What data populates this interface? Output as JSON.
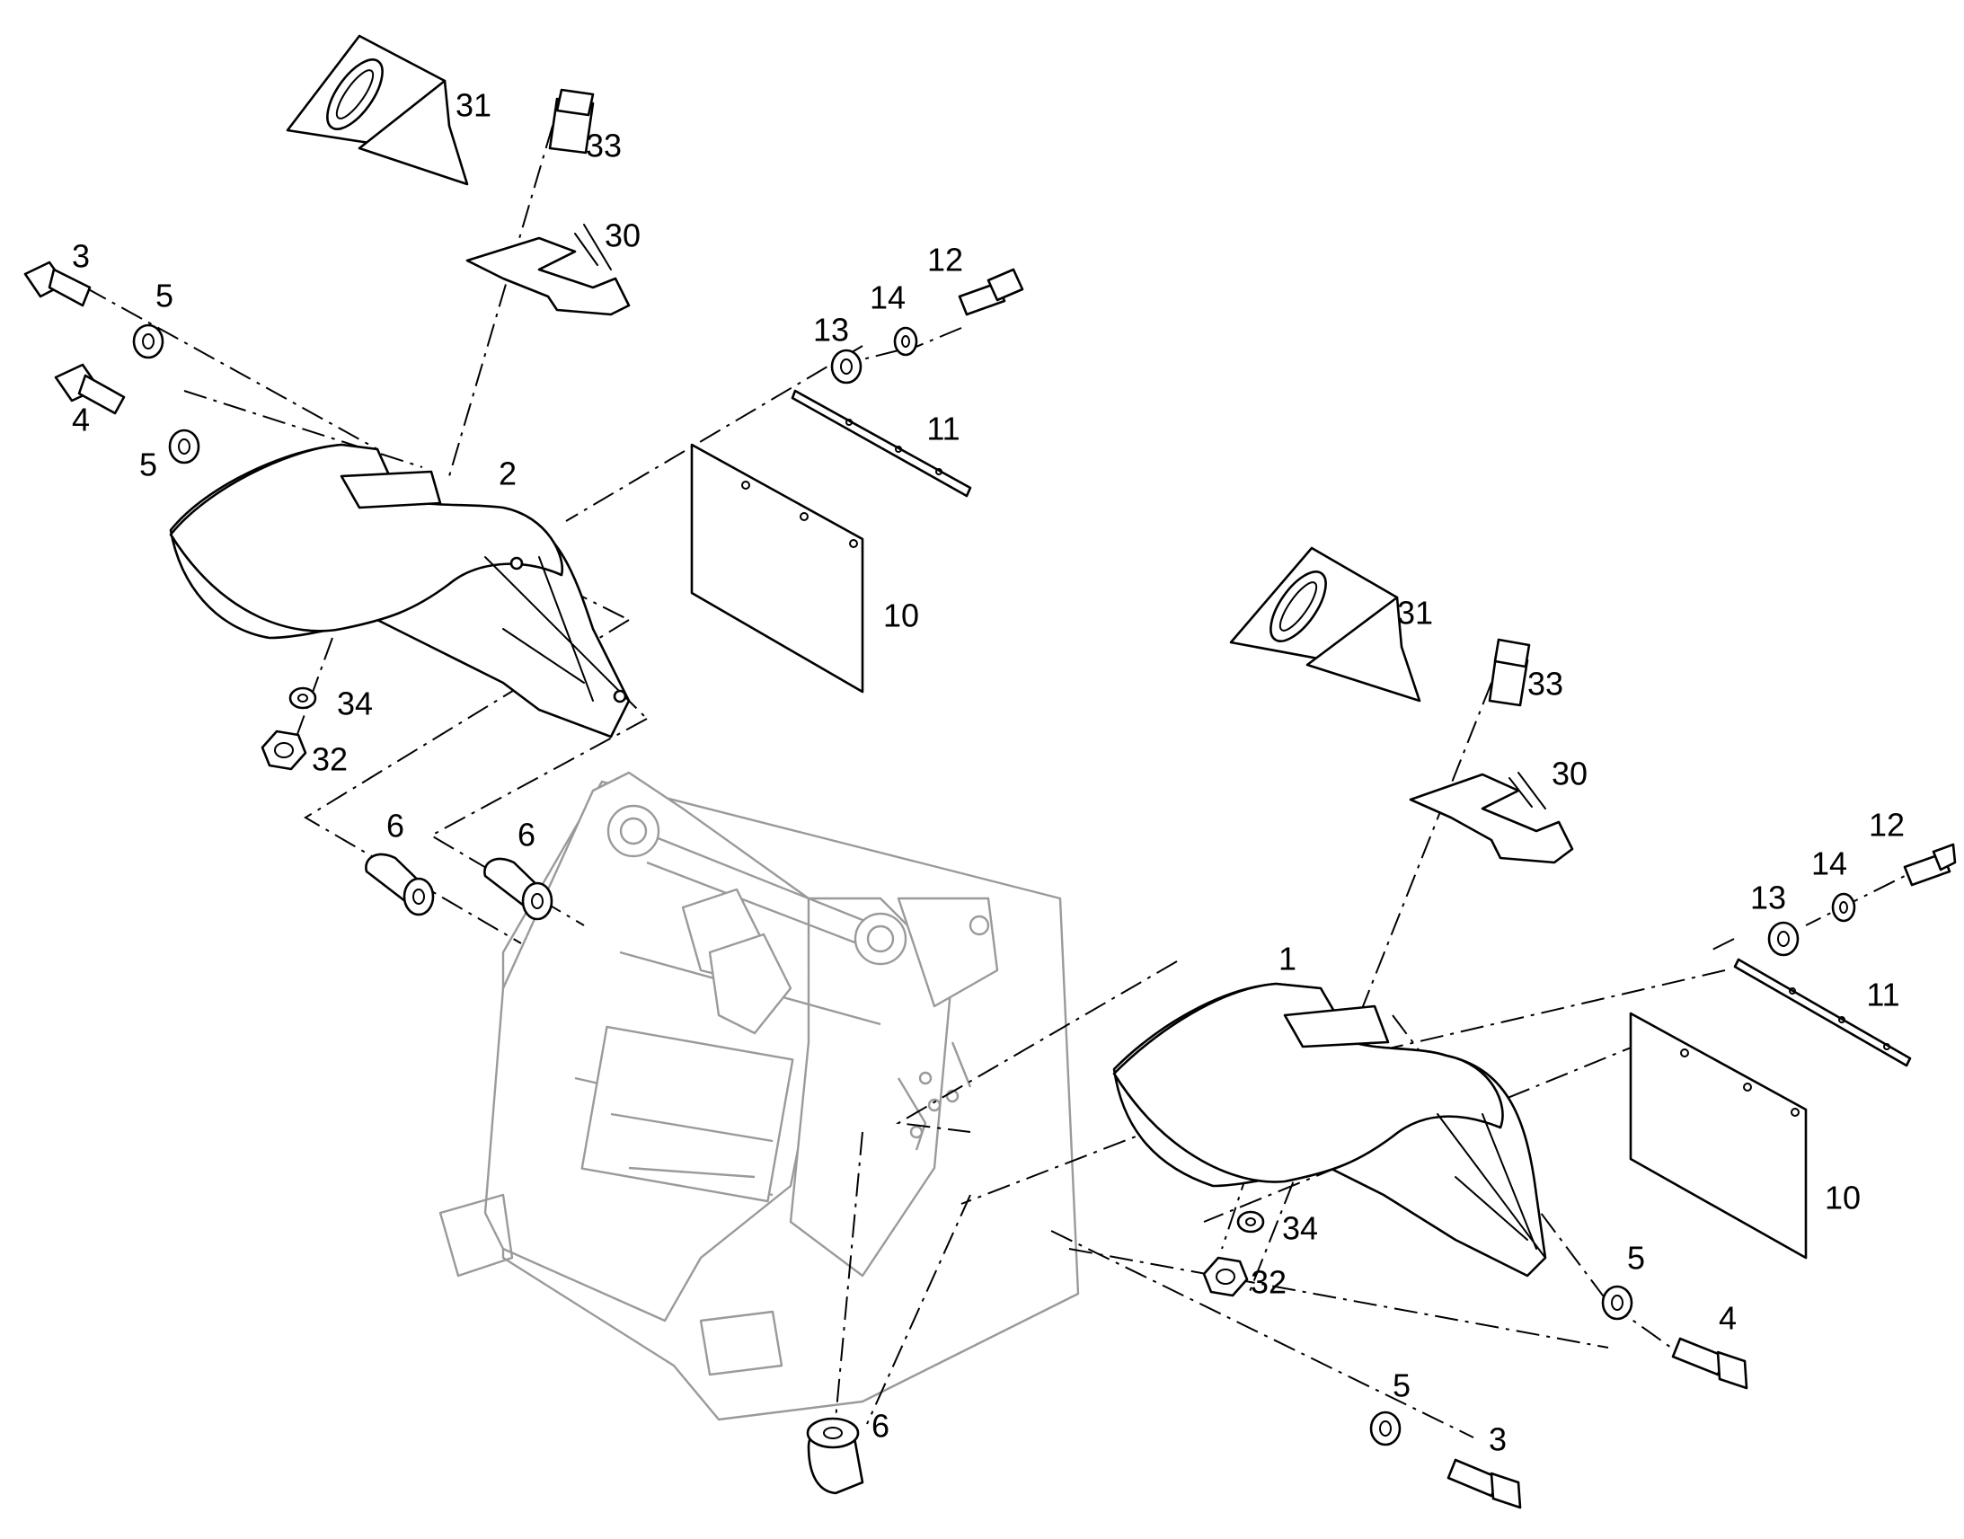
{
  "callouts": [
    {
      "id": "c-31-left",
      "text": "31"
    },
    {
      "id": "c-33-left",
      "text": "33"
    },
    {
      "id": "c-30-left",
      "text": "30"
    },
    {
      "id": "c-3-left",
      "text": "3"
    },
    {
      "id": "c-5-left-top",
      "text": "5"
    },
    {
      "id": "c-4-left",
      "text": "4"
    },
    {
      "id": "c-5-left-mid",
      "text": "5"
    },
    {
      "id": "c-2",
      "text": "2"
    },
    {
      "id": "c-12-left",
      "text": "12"
    },
    {
      "id": "c-14-left",
      "text": "14"
    },
    {
      "id": "c-13-left",
      "text": "13"
    },
    {
      "id": "c-11-left",
      "text": "11"
    },
    {
      "id": "c-10-left",
      "text": "10"
    },
    {
      "id": "c-34-left",
      "text": "34"
    },
    {
      "id": "c-32-left",
      "text": "32"
    },
    {
      "id": "c-6-left-a",
      "text": "6"
    },
    {
      "id": "c-6-left-b",
      "text": "6"
    },
    {
      "id": "c-31-right",
      "text": "31"
    },
    {
      "id": "c-33-right",
      "text": "33"
    },
    {
      "id": "c-30-right",
      "text": "30"
    },
    {
      "id": "c-12-right",
      "text": "12"
    },
    {
      "id": "c-14-right",
      "text": "14"
    },
    {
      "id": "c-13-right",
      "text": "13"
    },
    {
      "id": "c-11-right",
      "text": "11"
    },
    {
      "id": "c-1",
      "text": "1"
    },
    {
      "id": "c-10-right",
      "text": "10"
    },
    {
      "id": "c-34-right",
      "text": "34"
    },
    {
      "id": "c-32-right",
      "text": "32"
    },
    {
      "id": "c-5-right-mid",
      "text": "5"
    },
    {
      "id": "c-4-right",
      "text": "4"
    },
    {
      "id": "c-5-right-low",
      "text": "5"
    },
    {
      "id": "c-3-right",
      "text": "3"
    },
    {
      "id": "c-6-bottom",
      "text": "6"
    }
  ]
}
